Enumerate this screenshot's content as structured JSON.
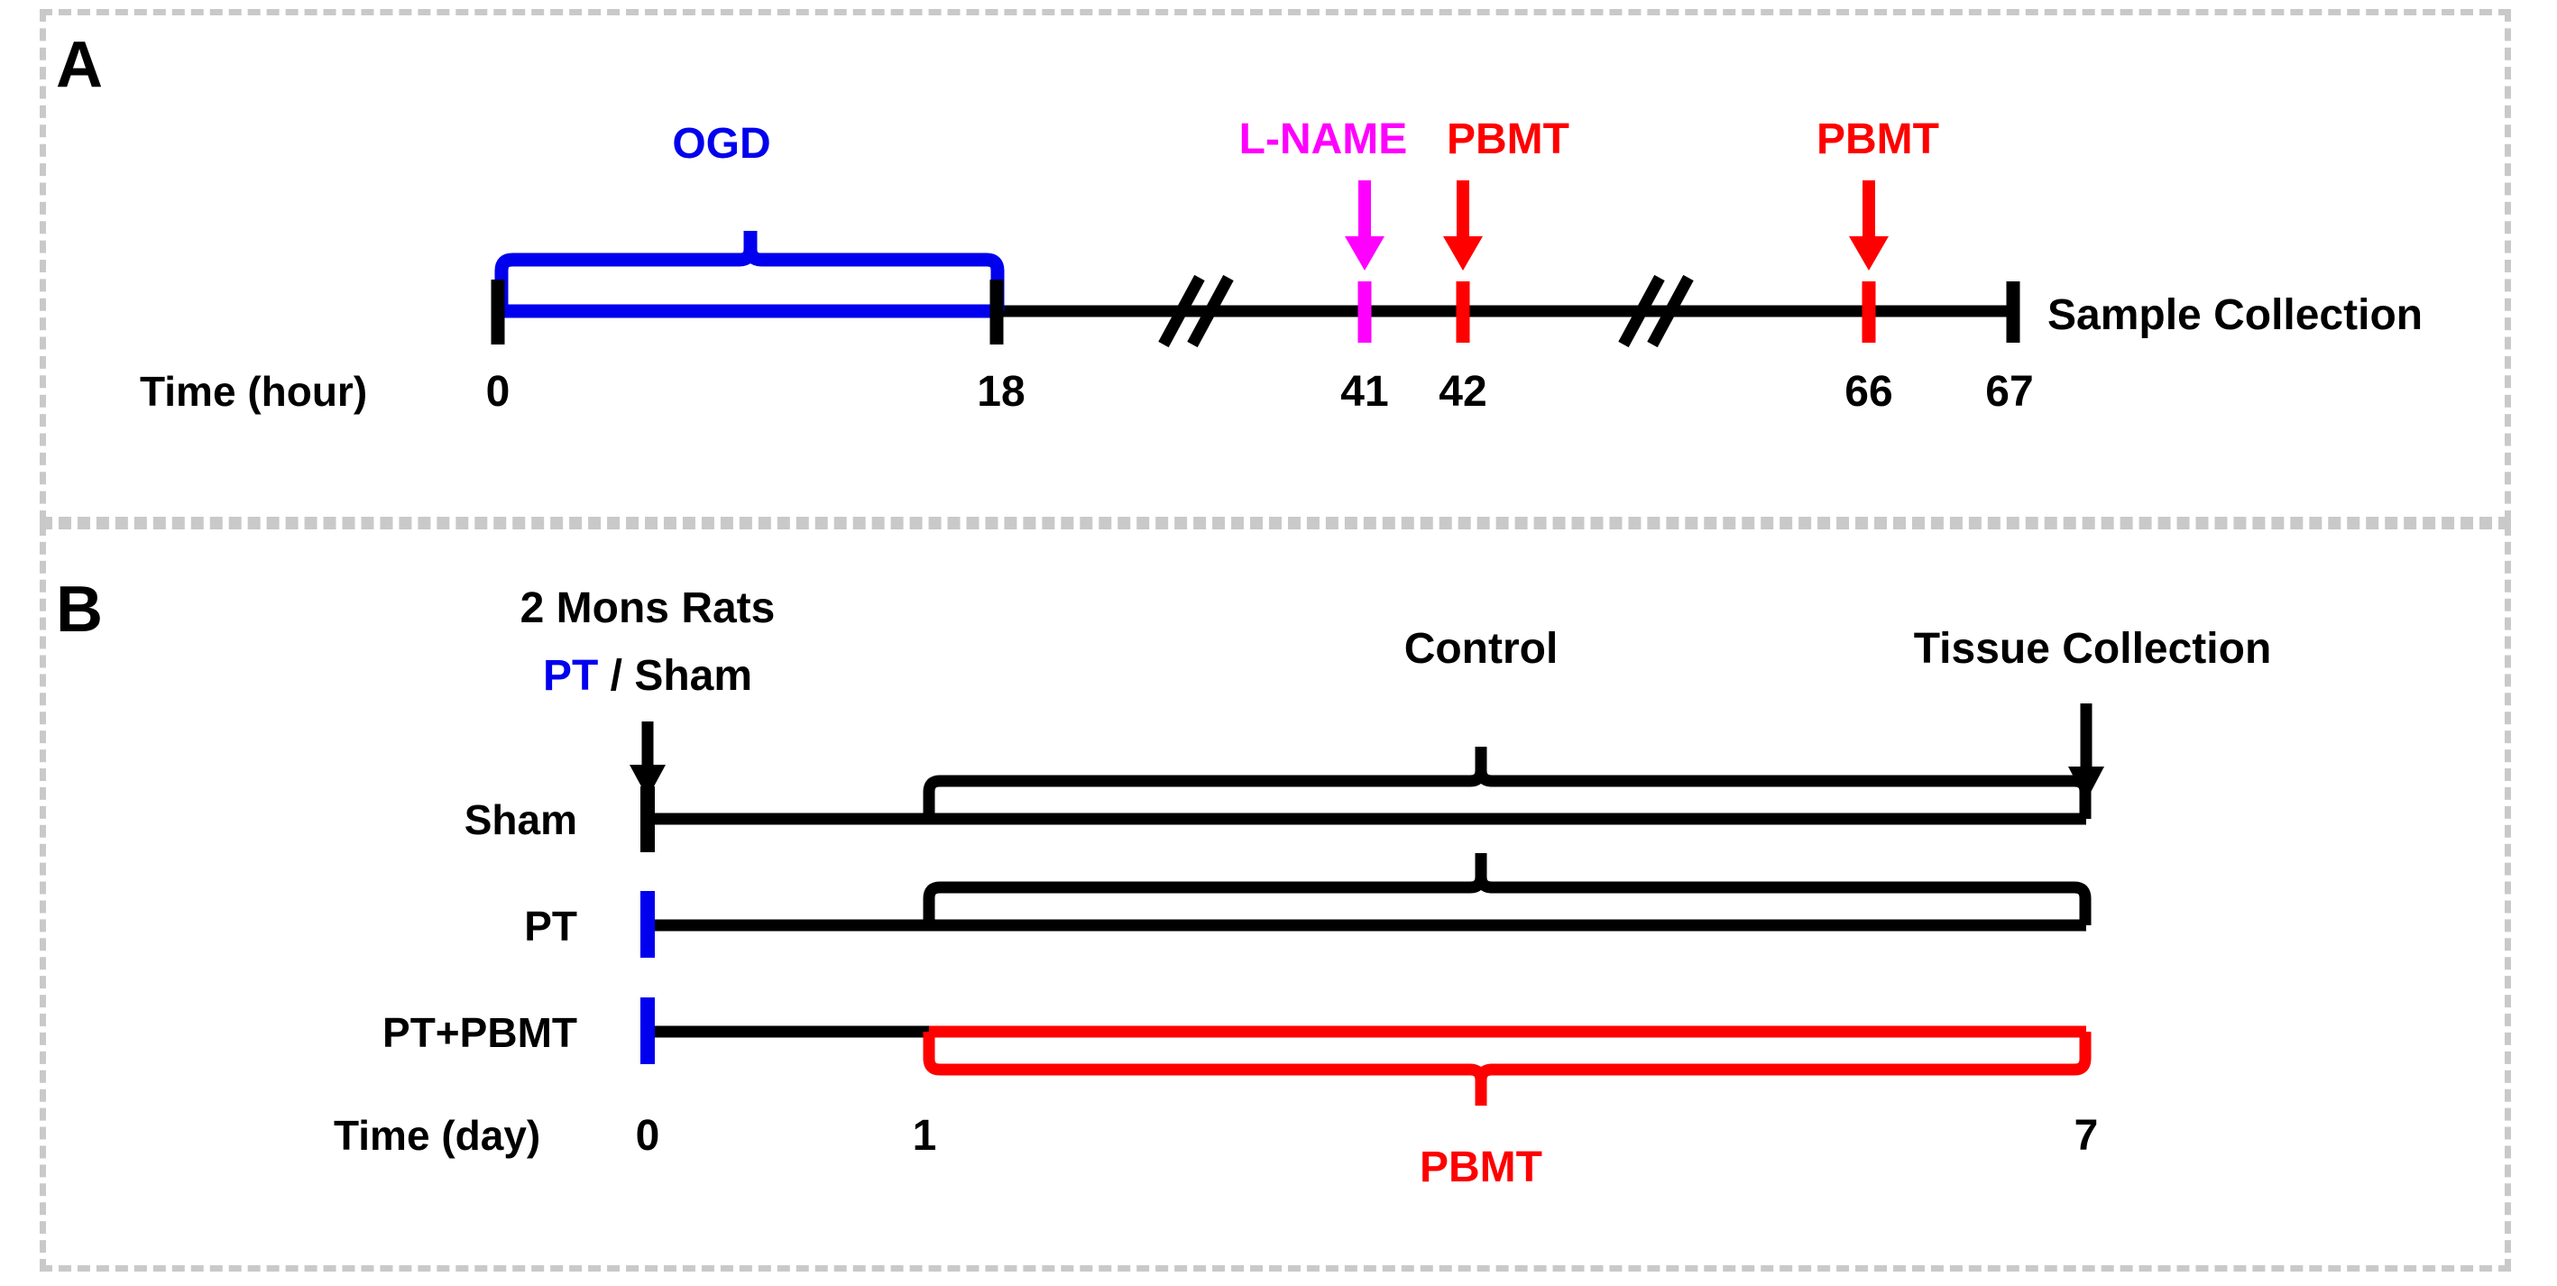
{
  "figure": {
    "background": "#ffffff",
    "border_color": "#c9c9c9",
    "colors": {
      "blue": "#0000ee",
      "red": "#fe0000",
      "magenta": "#ff00ff",
      "black": "#000000"
    }
  },
  "panel_a": {
    "letter": "A",
    "axis_label": "Time (hour)",
    "endpoint_label": "Sample Collection",
    "tick_labels": [
      "0",
      "18",
      "41",
      "42",
      "66",
      "67"
    ],
    "annotations": {
      "ogd": "OGD",
      "lname": "L-NAME",
      "pbmt_1": "PBMT",
      "pbmt_2": "PBMT"
    }
  },
  "panel_b": {
    "letter": "B",
    "axis_label": "Time (day)",
    "tick_labels": [
      "0",
      "1",
      "7"
    ],
    "header_line_1": "2 Mons Rats",
    "header_line_2_blue": "PT",
    "header_line_2_rest": " / Sham",
    "control_label": "Control",
    "tissue_collection_label": "Tissue Collection",
    "pbmt_label": "PBMT",
    "rows": [
      {
        "label": "Sham",
        "start_tick_color": "#000000",
        "bracket_color": "#000000"
      },
      {
        "label": "PT",
        "start_tick_color": "#0000ee",
        "bracket_color": "#000000"
      },
      {
        "label": "PT+PBMT",
        "start_tick_color": "#0000ee",
        "bracket_color": "#fe0000"
      }
    ]
  },
  "chart_data": {
    "type": "timeline",
    "title": "Experimental design timelines",
    "panels": [
      {
        "id": "A",
        "xlabel": "Time (hour)",
        "unit": "hour",
        "axis_range": [
          0,
          67
        ],
        "breaks": [
          [
            20,
            38
          ],
          [
            44,
            62
          ]
        ],
        "ticks": [
          {
            "value": 0,
            "label": "0",
            "color": "#000000"
          },
          {
            "value": 18,
            "label": "18",
            "color": "#000000"
          },
          {
            "value": 41,
            "label": "41",
            "color": "#ff00ff"
          },
          {
            "value": 42,
            "label": "42",
            "color": "#fe0000"
          },
          {
            "value": 66,
            "label": "66",
            "color": "#fe0000"
          },
          {
            "value": 67,
            "label": "67",
            "color": "#000000"
          }
        ],
        "spans": [
          {
            "name": "OGD",
            "from": 0,
            "to": 18,
            "color": "#0000ee"
          }
        ],
        "events": [
          {
            "name": "L-NAME",
            "at": 41,
            "color": "#ff00ff",
            "marker": "arrow"
          },
          {
            "name": "PBMT",
            "at": 42,
            "color": "#fe0000",
            "marker": "arrow"
          },
          {
            "name": "PBMT",
            "at": 66,
            "color": "#fe0000",
            "marker": "arrow"
          },
          {
            "name": "Sample Collection",
            "at": 67,
            "color": "#000000",
            "marker": "end-tick"
          }
        ]
      },
      {
        "id": "B",
        "xlabel": "Time (day)",
        "unit": "day",
        "axis_range": [
          0,
          7
        ],
        "ticks": [
          {
            "value": 0,
            "label": "0"
          },
          {
            "value": 1,
            "label": "1"
          },
          {
            "value": 7,
            "label": "7"
          }
        ],
        "groups": [
          {
            "name": "Sham",
            "intervention_at_day0": "Sham",
            "span_from": 1,
            "span_to": 7,
            "span_label": "Control",
            "span_color": "#000000",
            "tick_color": "#000000"
          },
          {
            "name": "PT",
            "intervention_at_day0": "PT",
            "span_from": 1,
            "span_to": 7,
            "span_label": "Control",
            "span_color": "#000000",
            "tick_color": "#0000ee"
          },
          {
            "name": "PT+PBMT",
            "intervention_at_day0": "PT",
            "span_from": 1,
            "span_to": 7,
            "span_label": "PBMT",
            "span_color": "#fe0000",
            "tick_color": "#0000ee"
          }
        ],
        "events": [
          {
            "name": "2 Mons Rats PT / Sham",
            "at": 0,
            "marker": "arrow-down",
            "color": "#000000"
          },
          {
            "name": "Tissue Collection",
            "at": 7,
            "marker": "arrow-down",
            "color": "#000000"
          }
        ]
      }
    ]
  }
}
